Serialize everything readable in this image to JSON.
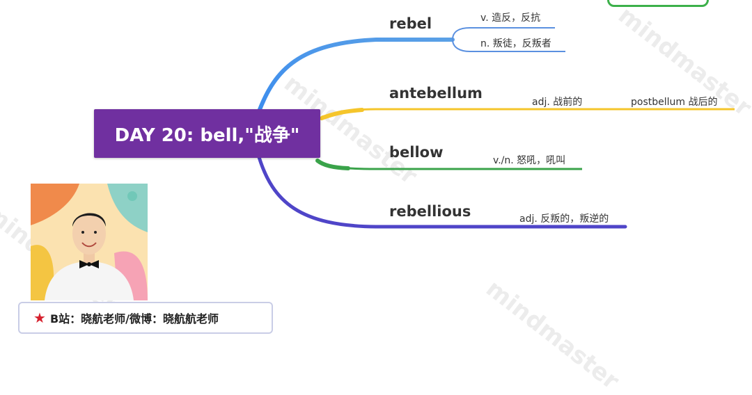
{
  "root": {
    "label": "DAY 20: bell,\"战争\""
  },
  "topics": [
    {
      "label": "rebel",
      "color": "#4a7fe0",
      "subs": [
        "v. 造反，反抗",
        "n. 叛徒，反叛者"
      ]
    },
    {
      "label": "antebellum",
      "color": "#f5c52b",
      "subs": [
        "adj. 战前的",
        "postbellum 战后的"
      ]
    },
    {
      "label": "bellow",
      "color": "#3aa34a",
      "subs": [
        "v./n. 怒吼，吼叫"
      ]
    },
    {
      "label": "rebellious",
      "color": "#4f45c8",
      "subs": [
        "adj. 反叛的，叛逆的"
      ]
    }
  ],
  "caption": {
    "star_icon": "★",
    "text": "B站：晓航老师/微博：晓航航老师"
  },
  "watermark": "mindmaster",
  "colors": {
    "root_bg": "#7030a0",
    "caption_border": "#c9cde6",
    "accent_green": "#3cb04a"
  }
}
